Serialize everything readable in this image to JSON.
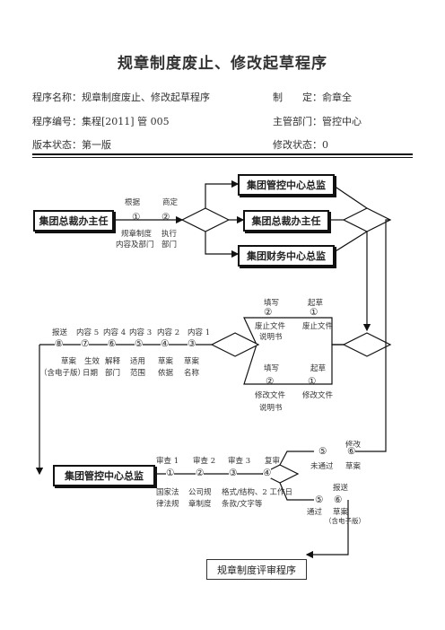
{
  "title": "规章制度废止、修改起草程序",
  "meta": {
    "program_name": "程序名称：规章制度废止、修改起草程序",
    "maker": "制　　定：俞章全",
    "program_number": "程序编号：集程[2011] 管 005",
    "department": "主管部门：管控中心",
    "version": "版本状态：第一版",
    "revision": "修改状态：0"
  },
  "boxes": {
    "office_director_left": "集团总裁办主任",
    "control_center_head": "集团管控中心总监",
    "office_director_right": "集团总裁办主任",
    "finance_center_head": "集团财务中心总监",
    "control_center_head_2": "集团管控中心总监",
    "review_program": "规章制度评审程序"
  },
  "row1": {
    "basis": "根据",
    "decide": "商定",
    "step1": "①",
    "step2": "②",
    "sub1a": "规章制度",
    "sub1b": "内容及部门",
    "sub2a": "执行",
    "sub2b": "部门"
  },
  "abolish": {
    "fill": "填写",
    "draft": "起草",
    "step2": "②",
    "step1": "①",
    "doc_a": "废止文件",
    "doc_a2": "说明书",
    "doc_b": "废止文件"
  },
  "modify": {
    "fill": "填写",
    "draft": "起草",
    "step2": "②",
    "step1": "①",
    "doc_a": "修改文件",
    "doc_a2": "说明书",
    "doc_b": "修改文件"
  },
  "row2": {
    "top_labels": [
      "报送",
      "内容 5",
      "内容 4",
      "内容 3",
      "内容 2",
      "内容 1"
    ],
    "steps": [
      "⑧",
      "⑦",
      "⑥",
      "⑤",
      "④",
      "③"
    ],
    "bottom_a": [
      "草案",
      "生效",
      "解释",
      "适用",
      "草案",
      "草案"
    ],
    "bottom_b": [
      "（含电子版）",
      "日期",
      "部门",
      "范围",
      "依据",
      "名称"
    ]
  },
  "row3": {
    "top_labels": [
      "审查 1",
      "审查 2",
      "审查 3",
      "复审"
    ],
    "steps": [
      "①",
      "②",
      "③",
      "④"
    ],
    "bottom_a": [
      "国家法",
      "公司规",
      "格式/结构、2 工作日"
    ],
    "bottom_b": [
      "律法规",
      "章制度",
      "条款/文字等"
    ],
    "fail": "未通过",
    "fail_step5": "⑤",
    "fail_step6": "⑥",
    "modify": "修改",
    "draft_label": "草案",
    "pass": "通过",
    "pass_step5": "⑤",
    "pass_step6": "⑥",
    "submit": "报送",
    "draft_e": "草案",
    "draft_e2": "（含电子版）"
  }
}
